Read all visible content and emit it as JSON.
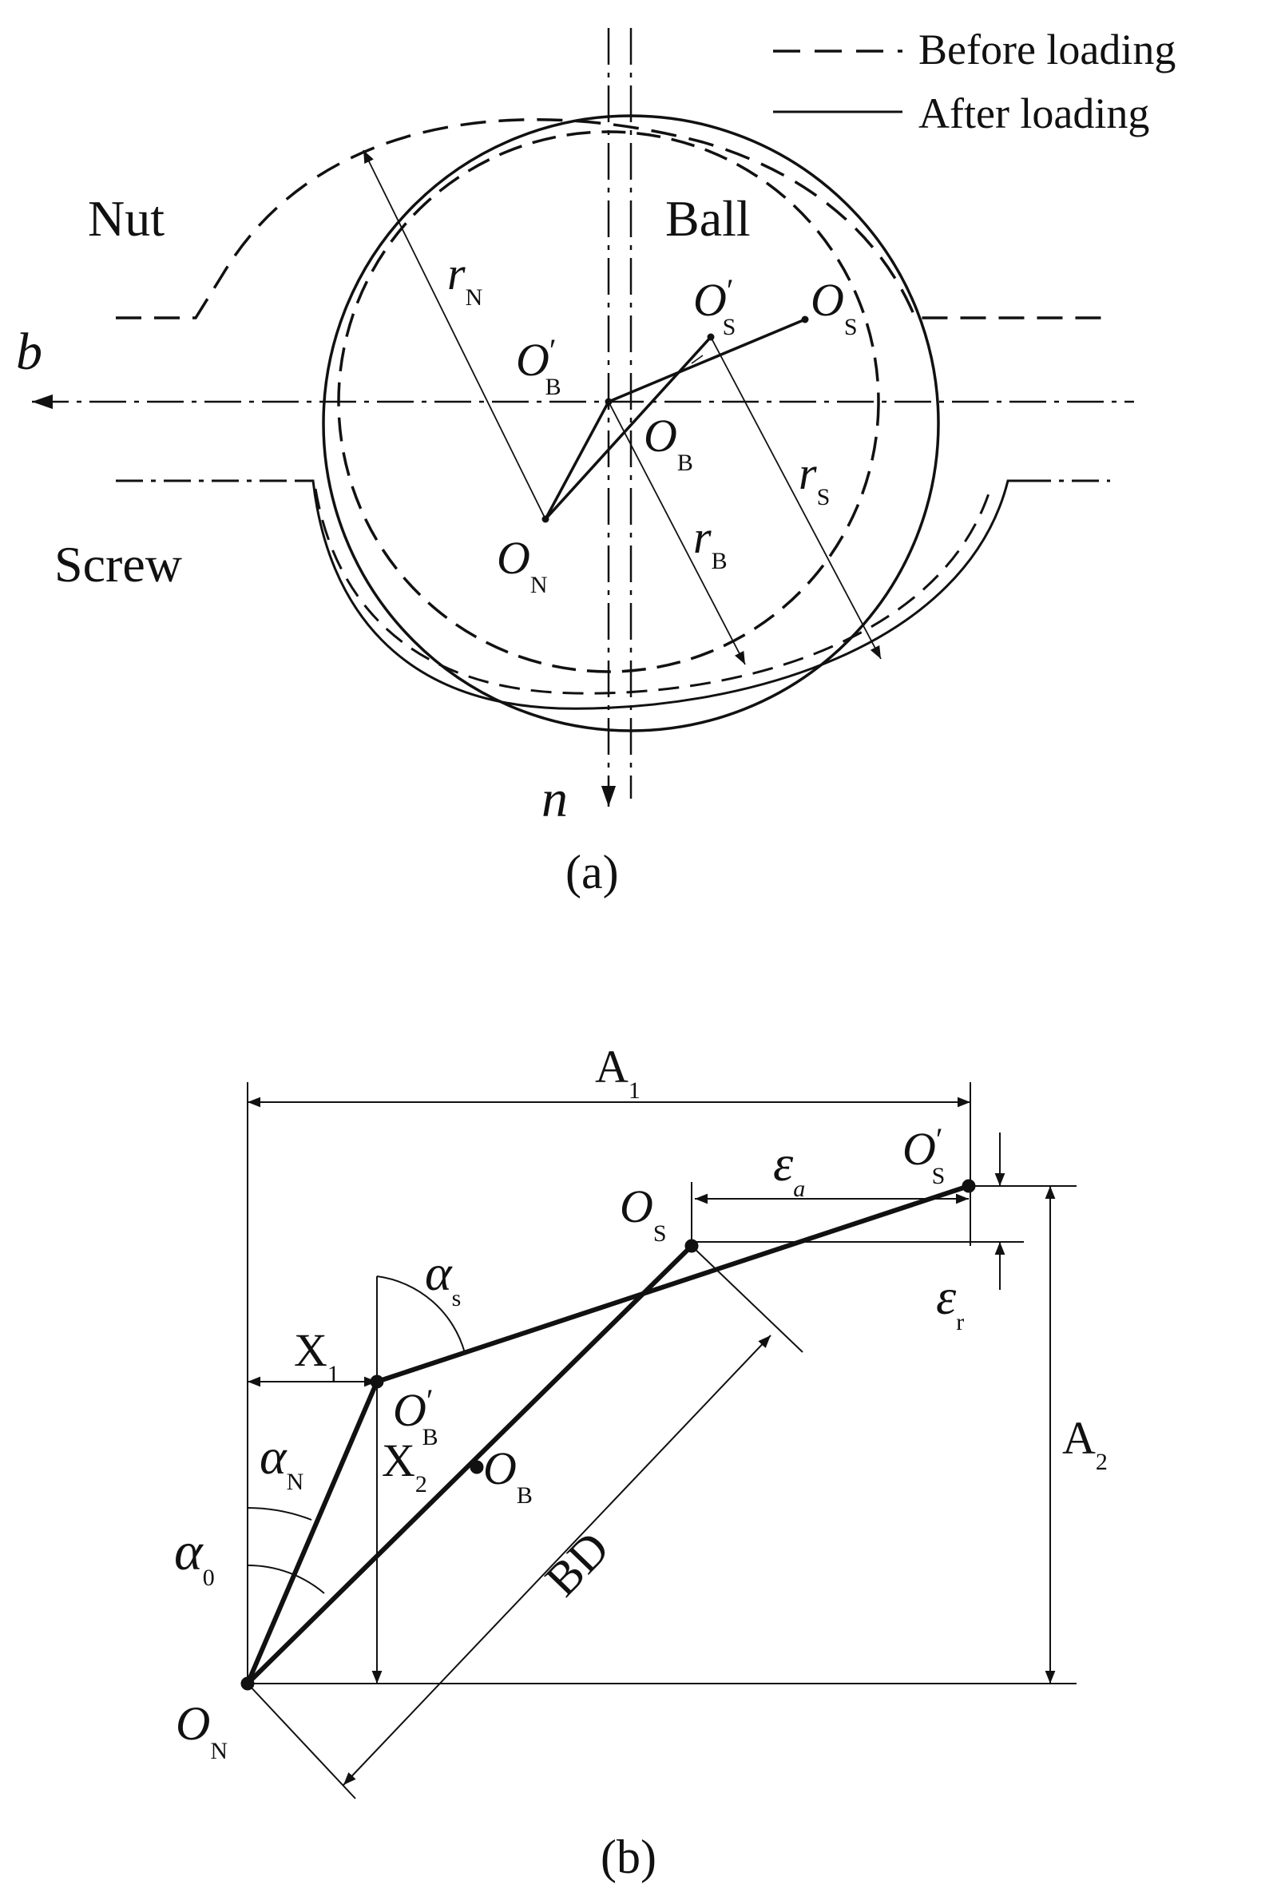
{
  "legend": {
    "before_label": "Before loading",
    "after_label": "After loading"
  },
  "panel_a": {
    "caption": "(a)",
    "nut_label": "Nut",
    "ball_label": "Ball",
    "screw_label": "Screw",
    "axis_b": "b",
    "axis_n": "n",
    "points": {
      "ON": {
        "base": "O",
        "sub": "N",
        "prime": ""
      },
      "OB": {
        "base": "O",
        "sub": "B",
        "prime": ""
      },
      "OBp": {
        "base": "O",
        "sub": "B",
        "prime": "′"
      },
      "OS": {
        "base": "O",
        "sub": "S",
        "prime": ""
      },
      "OSp": {
        "base": "O",
        "sub": "S",
        "prime": "′"
      }
    },
    "radii": {
      "rN": {
        "base": "r",
        "sub": "N"
      },
      "rB": {
        "base": "r",
        "sub": "B"
      },
      "rS": {
        "base": "r",
        "sub": "S"
      }
    }
  },
  "panel_b": {
    "caption": "(b)",
    "points": {
      "ON": {
        "base": "O",
        "sub": "N",
        "prime": ""
      },
      "OB": {
        "base": "O",
        "sub": "B",
        "prime": ""
      },
      "OBp": {
        "base": "O",
        "sub": "B",
        "prime": "′"
      },
      "OS": {
        "base": "O",
        "sub": "S",
        "prime": ""
      },
      "OSp": {
        "base": "O",
        "sub": "S",
        "prime": "′"
      }
    },
    "dims": {
      "A1": {
        "base": "A",
        "sub": "1"
      },
      "A2": {
        "base": "A",
        "sub": "2"
      },
      "X1": {
        "base": "X",
        "sub": "1"
      },
      "X2": {
        "base": "X",
        "sub": "2"
      },
      "BD": "BD",
      "ea": {
        "base": "ε",
        "sub": "a"
      },
      "er": {
        "base": "ε",
        "sub": "r"
      },
      "alpha_s": {
        "base": "α",
        "sub": "s"
      },
      "alpha_N": {
        "base": "α",
        "sub": "N"
      },
      "alpha_0": {
        "base": "α",
        "sub": "0"
      }
    }
  }
}
